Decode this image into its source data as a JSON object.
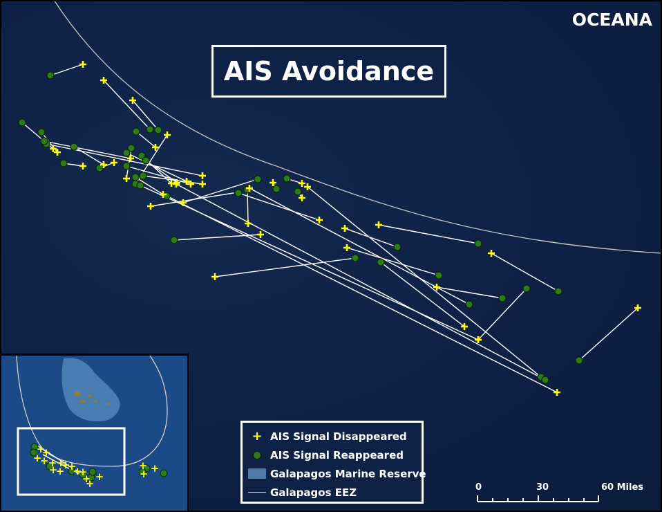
{
  "title": "AIS Avoidance",
  "logo": "OCEANA",
  "colors": {
    "ocean": "#0f2246",
    "disappeared": "#ffff00",
    "reappeared": "#2f7a1c",
    "track_line": "#ffffff",
    "eez_line": "#bfbfbf",
    "marine_reserve": "#4f7ca5",
    "inset_box": "#ffffff"
  },
  "legend": {
    "items": [
      {
        "label": "AIS Signal Disappeared",
        "symbol": "yellow-plus"
      },
      {
        "label": "AIS Signal Reappeared",
        "symbol": "green-dot"
      },
      {
        "label": "Galapagos Marine Reserve",
        "symbol": "blue-rect"
      },
      {
        "label": "Galapagos EEZ",
        "symbol": "gray-line"
      }
    ]
  },
  "scale_bar": {
    "labels": [
      "0",
      "30",
      "60 Miles"
    ]
  },
  "tracks": [
    {
      "d": [
        120,
        93
      ],
      "r": [
        73,
        109
      ]
    },
    {
      "d": [
        150,
        116
      ],
      "r": [
        217,
        187
      ]
    },
    {
      "d": [
        192,
        145
      ],
      "r": [
        229,
        188
      ]
    },
    {
      "d": [
        242,
        195
      ],
      "r": [
        196,
        266
      ]
    },
    {
      "d": [
        225,
        213
      ],
      "r": [
        197,
        190
      ]
    },
    {
      "d": [
        77,
        215
      ],
      "r": [
        32,
        177
      ]
    },
    {
      "d": [
        83,
        220
      ],
      "r": [
        60,
        191
      ]
    },
    {
      "d": [
        120,
        240
      ],
      "r": [
        92,
        236
      ]
    },
    {
      "d": [
        150,
        238
      ],
      "r": [
        107,
        212
      ]
    },
    {
      "d": [
        165,
        235
      ],
      "r": [
        144,
        243
      ]
    },
    {
      "d": [
        293,
        254
      ],
      "r": [
        67,
        208
      ]
    },
    {
      "d": [
        189,
        229
      ],
      "r": [
        64,
        204
      ]
    },
    {
      "d": [
        183,
        258
      ],
      "r": [
        190,
        214
      ]
    },
    {
      "d": [
        248,
        265
      ],
      "r": [
        205,
        225
      ]
    },
    {
      "d": [
        256,
        264
      ],
      "r": [
        211,
        232
      ]
    },
    {
      "d": [
        270,
        262
      ],
      "r": [
        183,
        221
      ]
    },
    {
      "d": [
        236,
        281
      ],
      "r": [
        196,
        256
      ]
    },
    {
      "d": [
        293,
        266
      ],
      "r": [
        207,
        254
      ]
    },
    {
      "d": [
        265,
        293
      ],
      "r": [
        373,
        259
      ]
    },
    {
      "d": [
        218,
        298
      ],
      "r": [
        344,
        278
      ]
    },
    {
      "d": [
        359,
        323
      ],
      "r": [
        358,
        274
      ]
    },
    {
      "d": [
        377,
        339
      ],
      "r": [
        252,
        347
      ]
    },
    {
      "d": [
        462,
        318
      ],
      "r": [
        345,
        279
      ]
    },
    {
      "d": [
        437,
        265
      ],
      "r": [
        415,
        258
      ]
    },
    {
      "d": [
        445,
        270
      ],
      "r": [
        783,
        545
      ]
    },
    {
      "d": [
        395,
        264
      ],
      "r": [
        400,
        273
      ]
    },
    {
      "d": [
        437,
        286
      ],
      "r": [
        431,
        277
      ]
    },
    {
      "d": [
        499,
        330
      ],
      "r": [
        575,
        357
      ]
    },
    {
      "d": [
        548,
        325
      ],
      "r": [
        692,
        352
      ]
    },
    {
      "d": [
        502,
        358
      ],
      "r": [
        635,
        398
      ]
    },
    {
      "d": [
        311,
        400
      ],
      "r": [
        514,
        373
      ]
    },
    {
      "d": [
        632,
        415
      ],
      "r": [
        727,
        431
      ]
    },
    {
      "d": [
        672,
        472
      ],
      "r": [
        551,
        379
      ]
    },
    {
      "d": [
        692,
        491
      ],
      "r": [
        762,
        417
      ]
    },
    {
      "d": [
        711,
        366
      ],
      "r": [
        808,
        421
      ]
    },
    {
      "d": [
        806,
        567
      ],
      "r": [
        241,
        283
      ]
    },
    {
      "d": [
        923,
        445
      ],
      "r": [
        838,
        521
      ]
    },
    {
      "d": [
        692,
        491
      ],
      "r": [
        203,
        268
      ]
    },
    {
      "d": [
        361,
        272
      ],
      "r": [
        679,
        440
      ]
    },
    {
      "d": [
        255,
        266
      ],
      "r": [
        789,
        549
      ]
    },
    {
      "d": [
        276,
        266
      ],
      "r": [
        183,
        240
      ]
    }
  ]
}
